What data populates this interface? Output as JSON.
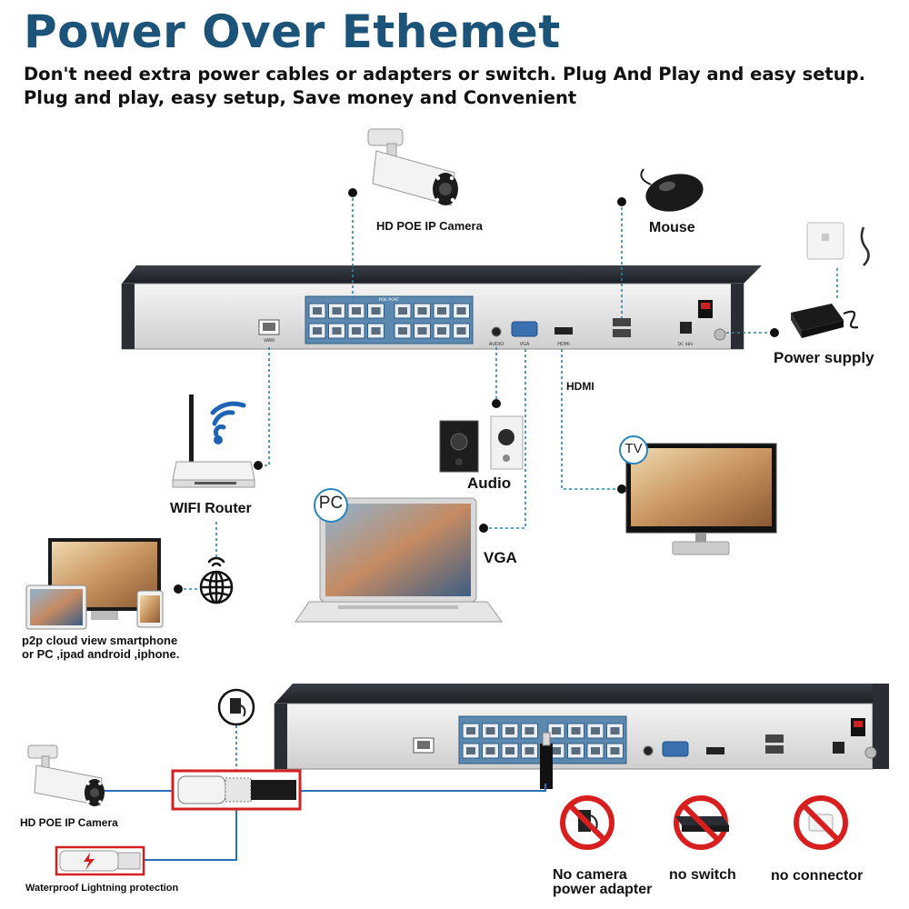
{
  "header": {
    "title": "Power Over Ethemet",
    "subtitle_line1": "Don't need extra power cables or adapters or switch. Plug And Play and easy setup.",
    "subtitle_line2": "Plug and play, easy setup, Save money and Convenient"
  },
  "top_diagram": {
    "camera_label": "HD POE IP Camera",
    "mouse_label": "Mouse",
    "power_supply_label": "Power supply",
    "hdmi_label": "HDMI",
    "audio_label": "Audio",
    "tv_badge": "TV",
    "wifi_router_label": "WIFI Router",
    "pc_badge": "PC",
    "vga_label": "VGA",
    "p2p_line1": "p2p cloud view smartphone",
    "p2p_line2": "or PC ,ipad android ,iphone."
  },
  "nvr_panel": {
    "poe_port_label": "POE PORT",
    "wan_label": "WAN",
    "audio_port_label": "AUDIO",
    "vga_port_label": "VGA",
    "hdmi_port_label": "HDMI",
    "dc_label": "DC 48V"
  },
  "bottom_diagram": {
    "camera_label": "HD POE IP Camera",
    "lightning_label": "Waterproof Lightning protection",
    "no_adapter_line1": "No camera",
    "no_adapter_line2": "power adapter",
    "no_switch_label": "no switch",
    "no_connector_label": "no connector"
  },
  "colors": {
    "title": "#1b5379",
    "dashed_line": "#2b86a8",
    "bottom_line": "#2a70b8",
    "port_blue": "#3b7fb5",
    "prohibit_red": "#d81f1f",
    "highlight_box": "#d42020"
  }
}
